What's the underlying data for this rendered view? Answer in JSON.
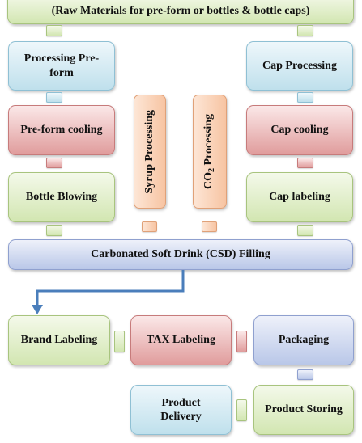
{
  "nodes": {
    "raw_materials": "(Raw Materials for pre-form or bottles & bottle caps)",
    "processing_preform": "Processing Pre-form",
    "preform_cooling": "Pre-form cooling",
    "bottle_blowing": "Bottle Blowing",
    "syrup_processing": "Syrup Processing",
    "co2_prefix": "CO",
    "co2_subscript": "2",
    "co2_suffix": " Processing",
    "cap_processing": "Cap Processing",
    "cap_cooling": "Cap cooling",
    "cap_labeling": "Cap labeling",
    "csd_filling": "Carbonated Soft Drink (CSD) Filling",
    "brand_labeling": "Brand Labeling",
    "tax_labeling": "TAX Labeling",
    "packaging": "Packaging",
    "product_delivery": "Product Delivery",
    "product_storing": "Product Storing"
  },
  "colors": {
    "green": "#d2e6b1",
    "blue": "#bfe0ec",
    "red": "#e09c9c",
    "orange": "#f7c4a2",
    "lavender": "#b9c7e8",
    "arrow": "#4a7ebb"
  }
}
